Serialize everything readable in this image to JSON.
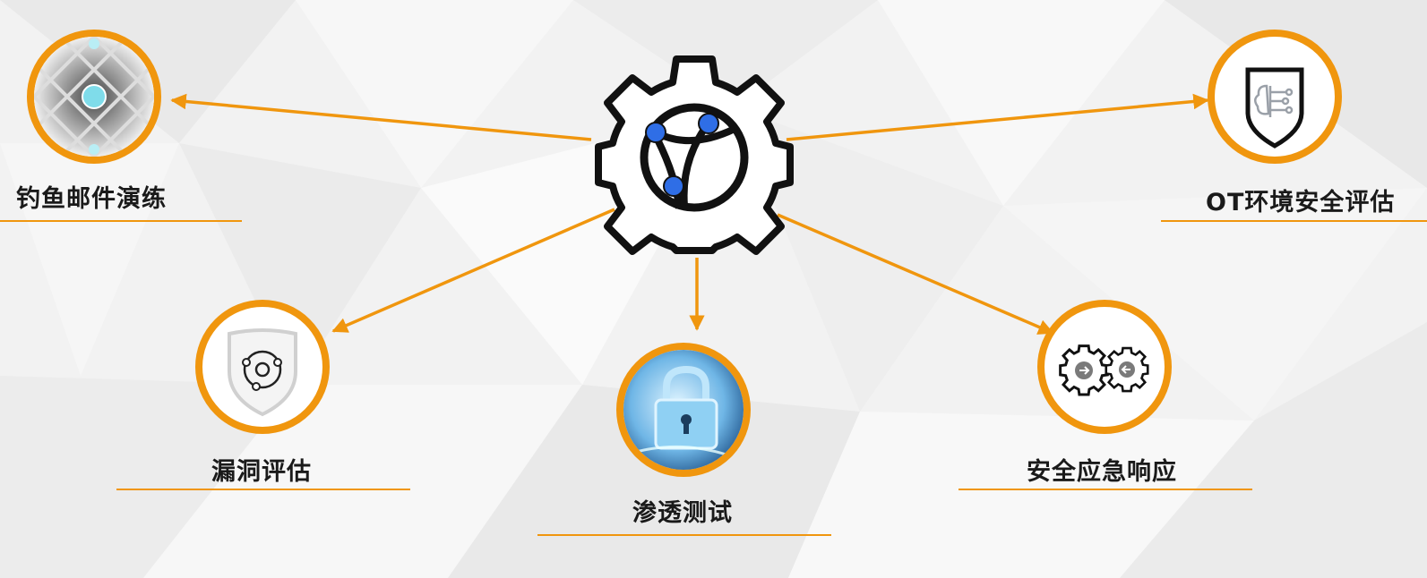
{
  "colors": {
    "accent": "#f0960e",
    "text": "#1a1a1a",
    "hub_dot": "#2f6ee6"
  },
  "hub": {
    "icon": "gear-globe-icon"
  },
  "nodes": [
    {
      "id": "phishing",
      "label": "钓鱼邮件演练",
      "icon": "network-grid-icon"
    },
    {
      "id": "ot",
      "label": "OT环境安全评估",
      "icon": "shield-brain-icon"
    },
    {
      "id": "vuln",
      "label": "漏洞评估",
      "icon": "shield-target-icon"
    },
    {
      "id": "pentest",
      "label": "渗透测试",
      "icon": "padlock-icon"
    },
    {
      "id": "incident",
      "label": "安全应急响应",
      "icon": "gears-icon"
    }
  ]
}
